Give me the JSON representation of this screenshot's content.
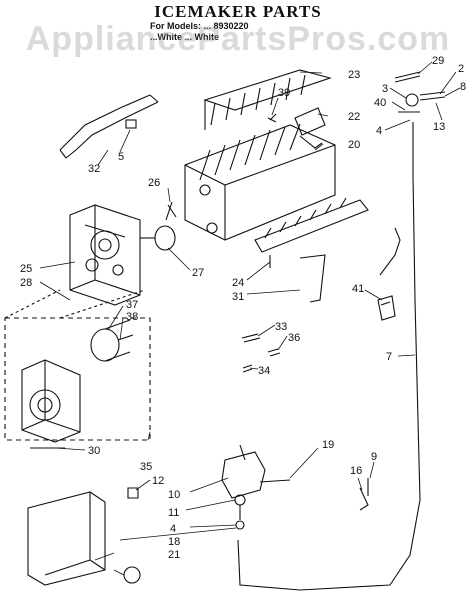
{
  "title": "ICEMAKER PARTS",
  "models": {
    "line1": "For Models: ... 8930220",
    "line2": "...White ... White"
  },
  "watermark": "AppliancePartsPros.com",
  "callouts": [
    "32",
    "5",
    "26",
    "25",
    "28",
    "27",
    "37",
    "38",
    "30",
    "35",
    "23",
    "39",
    "22",
    "20",
    "24",
    "31",
    "33",
    "36",
    "34",
    "29",
    "2",
    "3",
    "8",
    "40",
    "13",
    "4",
    "41",
    "7",
    "19",
    "12",
    "10",
    "11",
    "4",
    "18",
    "21",
    "16",
    "9"
  ]
}
